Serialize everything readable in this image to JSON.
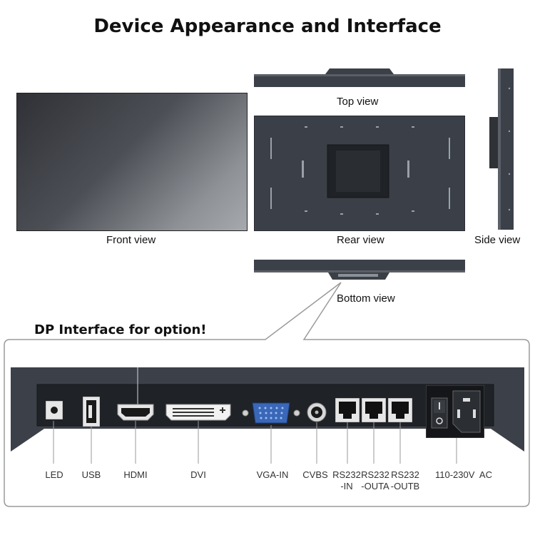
{
  "title": "Device Appearance and Interface",
  "views": {
    "front": "Front view",
    "top": "Top view",
    "rear": "Rear view",
    "side": "Side view",
    "bottom": "Bottom view"
  },
  "dp_note": "DP Interface for option!",
  "ports": [
    {
      "line1": "LED",
      "line2": ""
    },
    {
      "line1": "USB",
      "line2": ""
    },
    {
      "line1": "HDMI",
      "line2": ""
    },
    {
      "line1": "DVI",
      "line2": ""
    },
    {
      "line1": "VGA-IN",
      "line2": ""
    },
    {
      "line1": "CVBS",
      "line2": ""
    },
    {
      "line1": "RS232",
      "line2": "-IN"
    },
    {
      "line1": "RS232",
      "line2": "-OUTA"
    },
    {
      "line1": "RS232",
      "line2": "-OUTB"
    },
    {
      "line1": "110-230V  AC",
      "line2": ""
    }
  ],
  "colors": {
    "panel_dark": "#3b4048",
    "vga_blue": "#3a67b8",
    "border_gray": "#9a9a9a"
  },
  "icons": [
    "led-icon",
    "usb-port-icon",
    "hdmi-port-icon",
    "dvi-port-icon",
    "vga-port-icon",
    "cvbs-port-icon",
    "rj45-port-icon",
    "power-switch-icon",
    "ac-socket-icon"
  ]
}
